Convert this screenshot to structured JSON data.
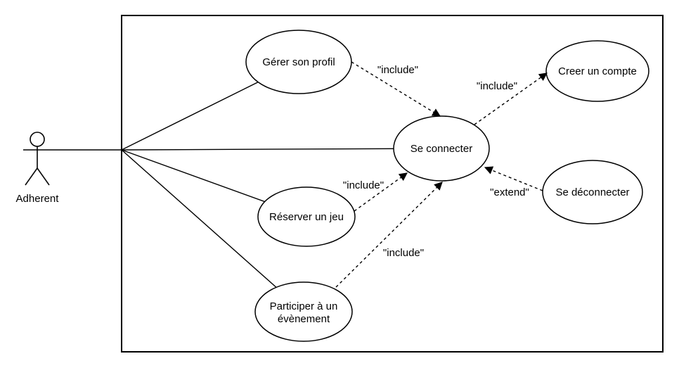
{
  "diagram": {
    "kind": "uml-use-case-diagram",
    "colors": {
      "stroke": "#000000",
      "shape_fill": "#ffffff",
      "text": "#000000",
      "background": "#ffffff"
    },
    "actor": {
      "label": "Adherent"
    },
    "use_cases": [
      {
        "id": "gerer-son-profil",
        "label": "Gérer son profil"
      },
      {
        "id": "creer-un-compte",
        "label": "Creer un compte"
      },
      {
        "id": "se-connecter",
        "label": "Se connecter"
      },
      {
        "id": "se-deconnecter",
        "label": "Se déconnecter"
      },
      {
        "id": "reserver-un-jeu",
        "label": "Réserver un jeu"
      },
      {
        "id": "participer-a-un-evenement",
        "lines": [
          "Participer à un",
          "évènement"
        ]
      }
    ],
    "relations": [
      {
        "from": "gerer-son-profil",
        "to": "se-connecter",
        "type": "include",
        "label": "\"include\""
      },
      {
        "from": "se-connecter",
        "to": "creer-un-compte",
        "type": "include",
        "label": "\"include\""
      },
      {
        "from": "se-deconnecter",
        "to": "se-connecter",
        "type": "extend",
        "label": "\"extend\""
      },
      {
        "from": "reserver-un-jeu",
        "to": "se-connecter",
        "type": "include",
        "label": "\"include\""
      },
      {
        "from": "participer-a-un-evenement",
        "to": "se-connecter",
        "type": "include",
        "label": "\"include\""
      }
    ]
  }
}
